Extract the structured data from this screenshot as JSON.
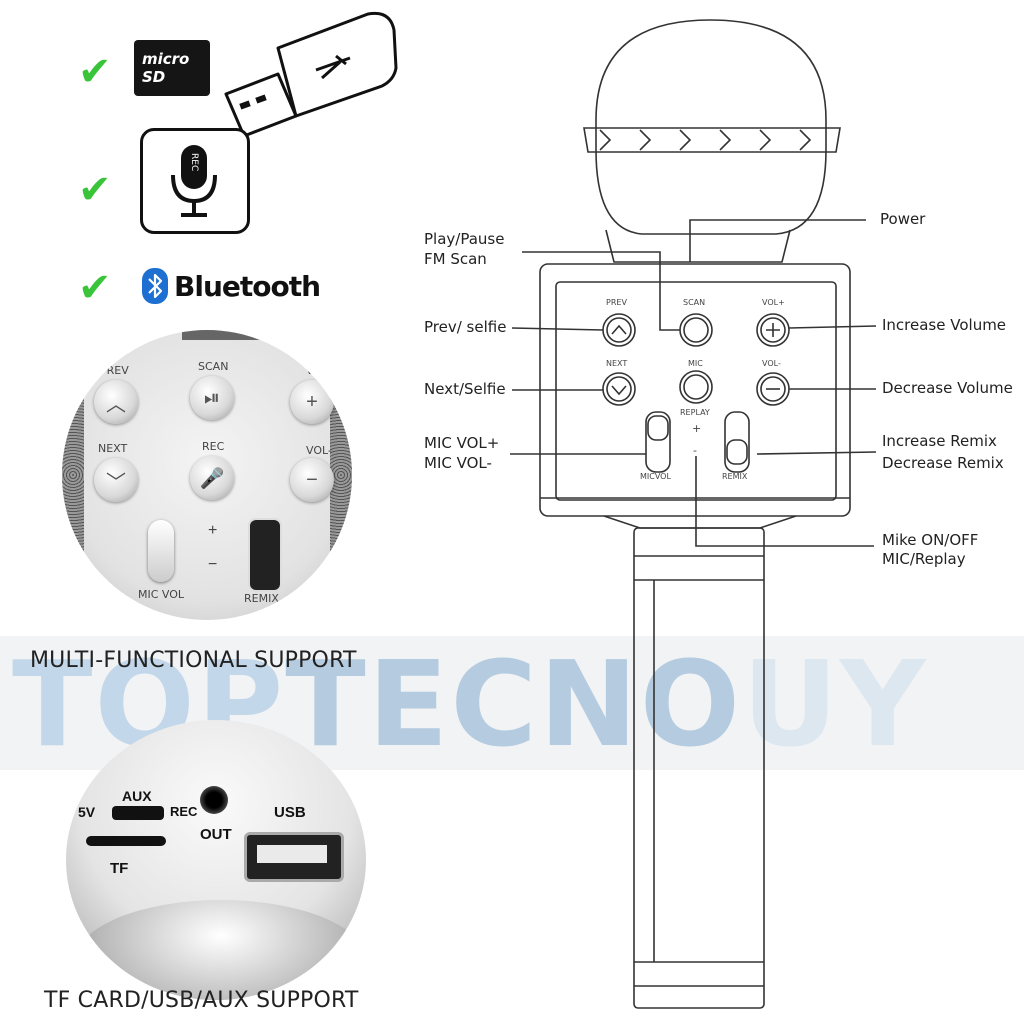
{
  "features": {
    "microsd_label": "micro SD",
    "bluetooth_label": "Bluetooth",
    "rec_label": "REC",
    "check_glyph": "✔"
  },
  "closeup_top": {
    "labels": {
      "prev": "PREV",
      "scan": "SCAN",
      "vol_plus": "VOL",
      "next": "NEXT",
      "rec": "REC",
      "vol_minus": "VOL-",
      "plus": "+",
      "minus": "−",
      "mic_vol": "MIC VOL",
      "remix": "REMIX"
    },
    "caption": "MULTI-FUNCTIONAL SUPPORT"
  },
  "closeup_bottom": {
    "labels": {
      "aux": "AUX",
      "five_v": "5V",
      "rec": "REC",
      "out": "OUT",
      "usb": "USB",
      "tf": "TF"
    },
    "caption": "TF CARD/USB/AUX SUPPORT"
  },
  "watermark": {
    "part1": "TOP",
    "part2": "TECNO",
    "part3": "UY"
  },
  "diagram": {
    "panel_labels": {
      "prev": "PREV",
      "scan": "SCAN",
      "vol_plus": "VOL+",
      "next": "NEXT",
      "mic": "MIC",
      "vol_minus": "VOL-",
      "replay": "REPLAY",
      "plus": "+",
      "minus": "-",
      "micvol": "MICVOL",
      "remix": "REMIX"
    },
    "callouts_left": {
      "play_pause": "Play/Pause",
      "fm_scan": "FM Scan",
      "prev_selfie": "Prev/ selfie",
      "next_selfie": "Next/Selfie",
      "mic_vol_plus": "MIC VOL+",
      "mic_vol_minus": "MIC VOL-"
    },
    "callouts_right": {
      "power": "Power",
      "increase_volume": "Increase Volume",
      "decrease_volume": "Decrease Volume",
      "increase_remix": "Increase Remix",
      "decrease_remix": "Decrease Remix",
      "mike_on_off": "Mike ON/OFF",
      "mic_replay": "MIC/Replay"
    }
  },
  "colors": {
    "check": "#3ac43a",
    "bluetooth": "#1d6fd1",
    "watermark_light": "#c9daea",
    "watermark_mid": "#b7cde2",
    "line": "#333333"
  }
}
